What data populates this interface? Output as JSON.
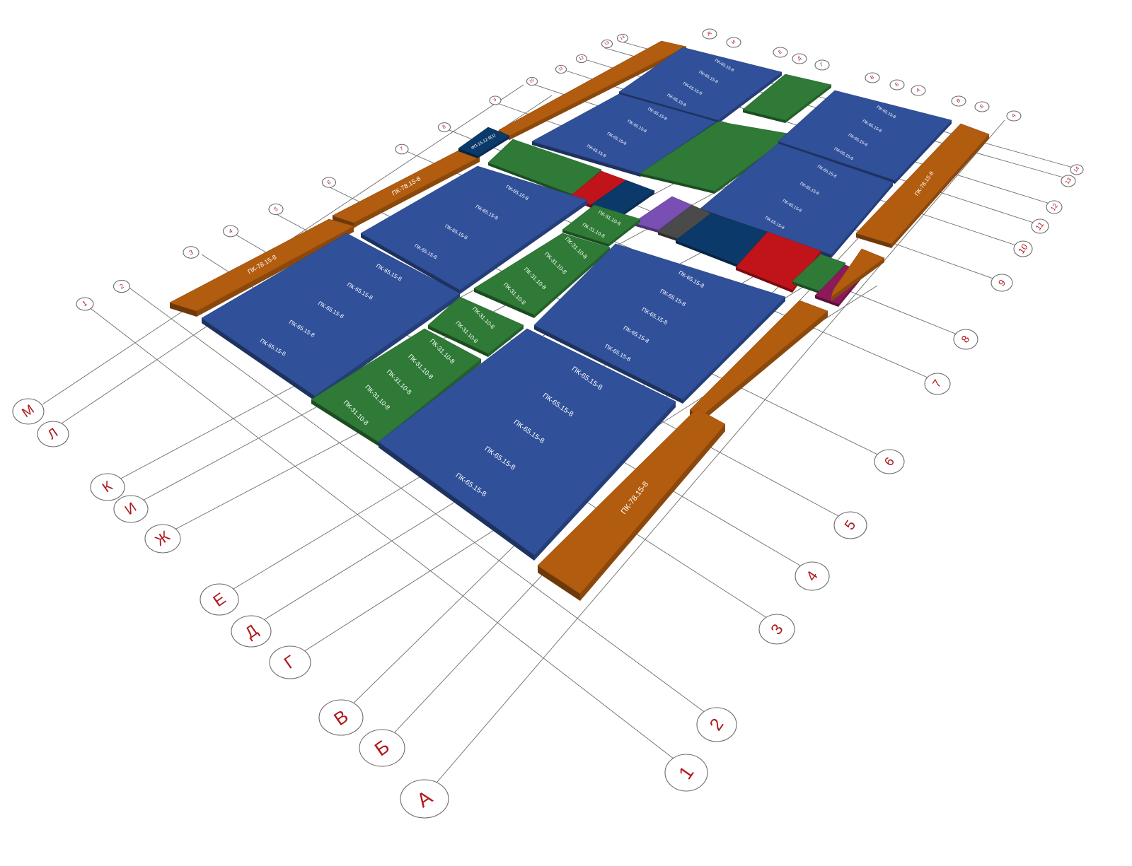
{
  "colors": {
    "slab_blue": "#30509a",
    "slab_green": "#2e7a36",
    "beam_orange": "#b25c0f",
    "small_navy": "#0b3a6a",
    "red": "#c0131a",
    "purple": "#7a4fb3",
    "grey": "#4a4a4a",
    "magenta": "#8c1a5a",
    "axis_text": "#b0161c"
  },
  "letter_axes_left": [
    "М",
    "Л",
    "К",
    "И",
    "Ж",
    "Е",
    "Д",
    "Г",
    "В",
    "Б",
    "А"
  ],
  "letter_axes_top": [
    "Ж",
    "И",
    "Е",
    "Д",
    "Г",
    "В",
    "Б",
    "А"
  ],
  "number_axes_right": [
    "1",
    "2",
    "3",
    "4",
    "5",
    "6",
    "7",
    "8",
    "9",
    "10",
    "11",
    "12",
    "13",
    "14"
  ],
  "number_axes_top": [
    "1",
    "2",
    "3",
    "4",
    "5",
    "6",
    "7",
    "8",
    "9",
    "10",
    "11",
    "12",
    "13",
    "14"
  ],
  "panels": {
    "blue_front": [
      "ПК-65.15-8",
      "ПК-65.15-8",
      "ПК-65.15-8",
      "ПК-65.15-8",
      "ПК-65.15-8"
    ],
    "blue_left_front": [
      "ПК-65.15-8",
      "ПК-65.15-8",
      "ПК-65.15-8",
      "ПК-65.15-8",
      "ПК-65.15-8"
    ],
    "blue_mid": [
      "ПК-65.15-8",
      "ПК-65.15-8",
      "ПК-65.15-8",
      "ПК-65.15-8",
      "ПК-65.15-8"
    ],
    "blue_left_mid": [
      "ПК-65.15-8",
      "ПК-65.15-8",
      "ПК-65.15-8",
      "ПК-65.15-8"
    ],
    "blue_right_mid": [
      "ПК-65.15-8",
      "ПК-65.15-8",
      "ПК-65.15-8",
      "ПК-65.15-8"
    ],
    "blue_back": [
      "ПК-65.15-8",
      "ПК-65.15-8",
      "ПК-65.15-8",
      "ПК-65.15-8"
    ],
    "blue_back_mid": [
      "ПК-65.15-8",
      "ПК-65.15-8",
      "ПК-65.15-8",
      "ПК-65.15-8"
    ],
    "blue_back_right": [
      "ПК-65.15-8",
      "ПК-65.15-8",
      "ПК-65.15-8",
      "ПК-65.15-8"
    ],
    "green_front": [
      "ПК-31.10-8",
      "ПК-31.10-8",
      "ПК-31.10-8",
      "ПК-31.10-8",
      "ПК-31.10-8"
    ],
    "green_small_front": [
      "ПК-31.10-8",
      "ПК-31.10-8"
    ],
    "green_mid": [
      "ПК-31.10-8",
      "ПК-31.10-8",
      "ПК-31.10-8",
      "ПК-31.10-8"
    ],
    "green_small_mid": [
      "ПК-31.10-8",
      "ПК-31.10-8"
    ],
    "beam_front": "ПК-78.15-8",
    "beam_right": "ПК-78.15-8",
    "beam_left": "ПК-78.15-8",
    "beam_left2": "ПК-78.15-8",
    "small_plate": "ФП-15.12-8(1)"
  }
}
